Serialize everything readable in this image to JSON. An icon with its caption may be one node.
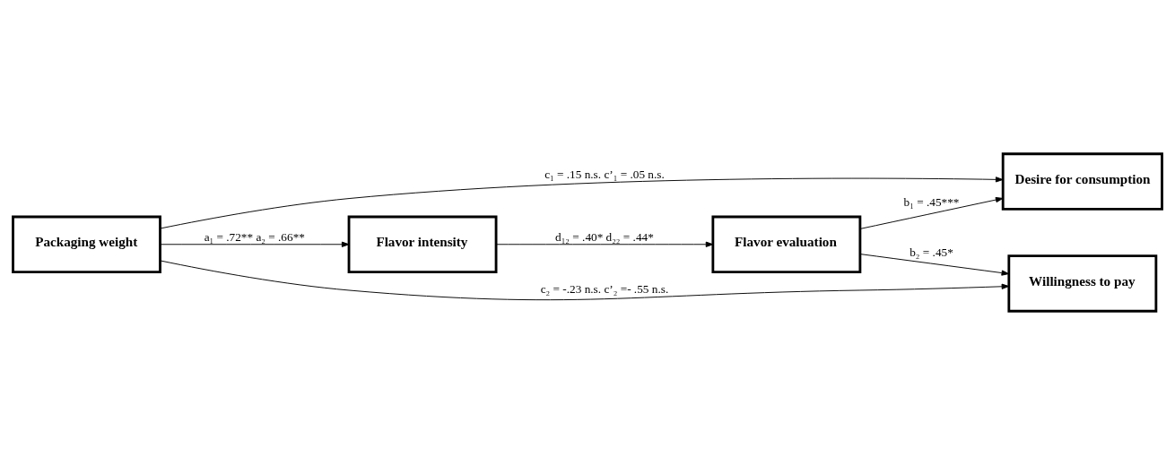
{
  "diagram": {
    "nodes": [
      {
        "text": [
          "Packaging weight"
        ]
      },
      {
        "text": [
          "Flavor intensity"
        ]
      },
      {
        "text": [
          "Flavor evaluation"
        ]
      },
      {
        "text": [
          "Desire for consumption"
        ]
      },
      {
        "text": [
          "Willingness to pay"
        ]
      }
    ],
    "edges": [
      {
        "from": 0,
        "to": 1,
        "arrow": "to",
        "label": "a₁ = .72** a₂ = .66**"
      },
      {
        "from": 1,
        "to": 2,
        "arrow": "to",
        "label": "d₁₂ = .40* d₂₂ = .44*"
      },
      {
        "from": 2,
        "to": 3,
        "arrow": "to",
        "label": "b₁ = .45***"
      },
      {
        "from": 2,
        "to": 4,
        "arrow": "to",
        "label": "b₂ = .45*"
      },
      {
        "from": 0,
        "to": 3,
        "arrow": "to",
        "label": "c₁ = .15 n.s. c’₁ = .05 n.s."
      },
      {
        "from": 0,
        "to": 4,
        "arrow": "to",
        "label": "c₂ = -.23 n.s. c’₂ =- .55 n.s."
      }
    ]
  }
}
